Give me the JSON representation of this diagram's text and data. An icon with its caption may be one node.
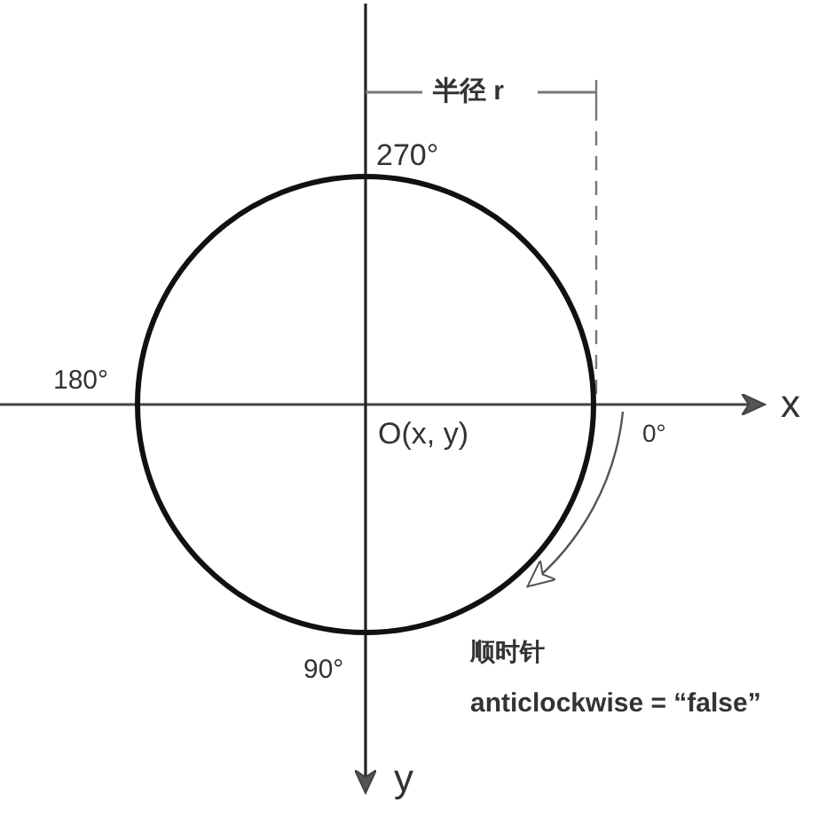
{
  "diagram": {
    "nodes": [
      {
        "text": [],
        "shape": "circle"
      }
    ],
    "labels": [
      "半径 r",
      "270°",
      "180°",
      "x",
      "O(x, y)",
      "0°",
      "90°",
      "顺时针",
      "anticlockwise = “false”",
      "y"
    ]
  }
}
